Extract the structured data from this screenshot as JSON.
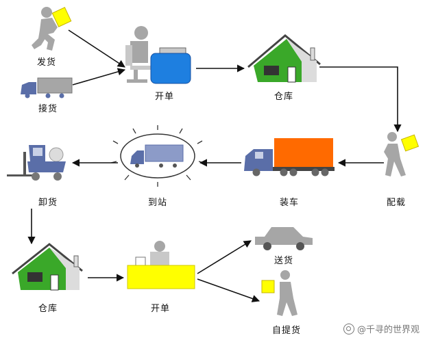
{
  "labels": {
    "ship": "发货",
    "receive": "接货",
    "order1": "开单",
    "warehouse1": "仓库",
    "dispatch": "配载",
    "loading": "装车",
    "arrive": "到站",
    "unload": "卸货",
    "warehouse2": "仓库",
    "order2": "开单",
    "deliver": "送货",
    "pickup": "自提货"
  },
  "watermark": "@千寻的世界观",
  "colors": {
    "box_blue": "#1e7fe0",
    "box_yellow": "#ffff00",
    "house_green": "#3aa829",
    "container_orange": "#ff6a00",
    "truck_blue": "#5a6ea8",
    "gray": "#a6a6a6"
  }
}
